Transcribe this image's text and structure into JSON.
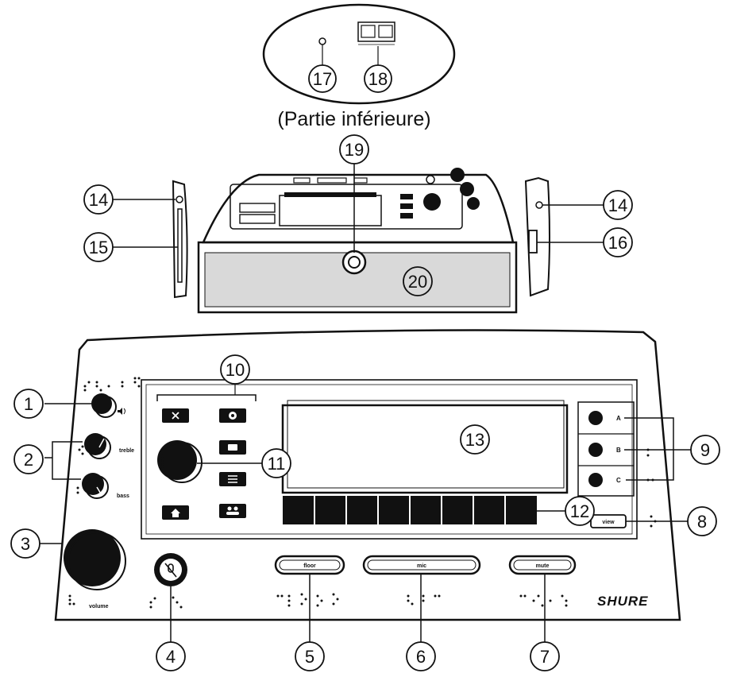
{
  "caption": "(Partie inférieure)",
  "callouts": [
    "1",
    "2",
    "3",
    "4",
    "5",
    "6",
    "7",
    "8",
    "9",
    "10",
    "11",
    "12",
    "13",
    "14",
    "15",
    "16",
    "17",
    "18",
    "19",
    "20"
  ],
  "labels": {
    "treble": "treble",
    "bass": "bass",
    "volume": "volume",
    "floor": "floor",
    "mic": "mic",
    "mute": "mute",
    "view": "view",
    "a": "A",
    "b": "B",
    "c": "C"
  },
  "brand": "SHURE",
  "colors": {
    "line": "#111111",
    "speaker": "#d9d9d9",
    "background": "#ffffff"
  },
  "icons": {
    "close": "close-icon",
    "settings": "gear-icon",
    "message": "message-icon",
    "list": "list-icon",
    "home": "home-icon",
    "group": "group-icon",
    "volume": "speaker-icon",
    "mute": "mic-off-icon"
  }
}
